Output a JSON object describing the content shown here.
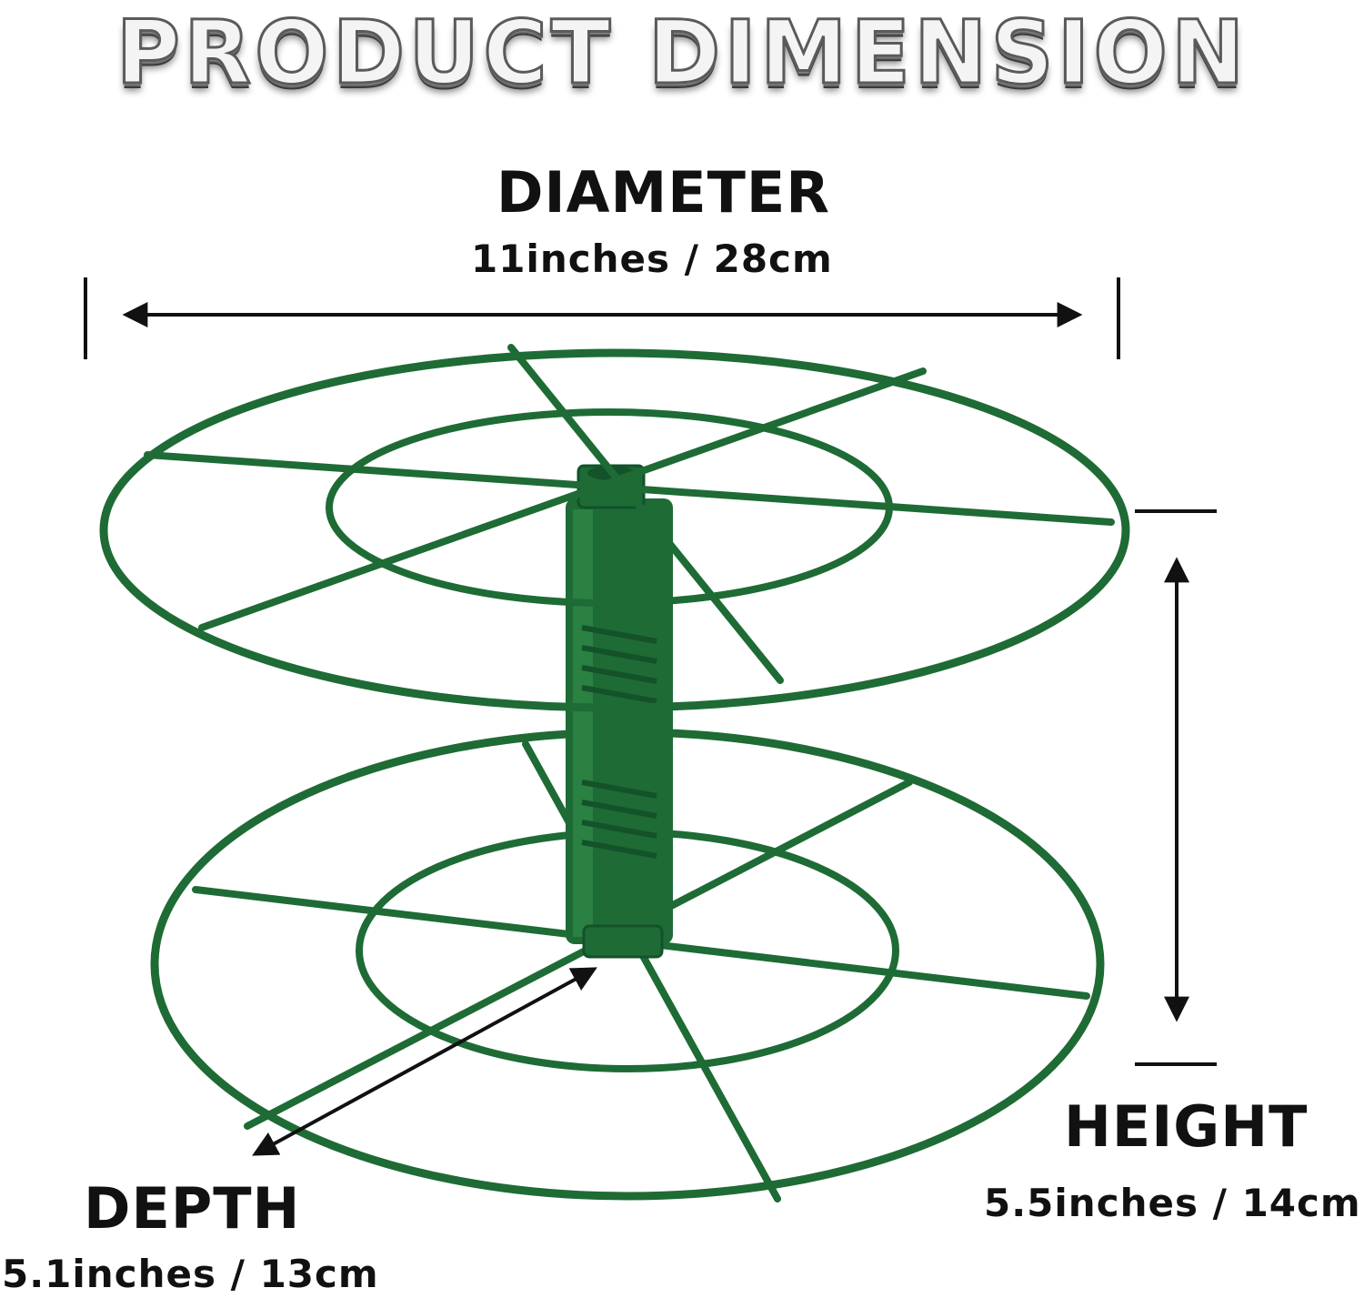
{
  "title": "PRODUCT DIMENSION",
  "dimensions": {
    "diameter": {
      "label": "DIAMETER",
      "value": "11inches / 28cm"
    },
    "height": {
      "label": "HEIGHT",
      "value": "5.5inches / 14cm"
    },
    "depth": {
      "label": "DEPTH",
      "value": "5.1inches / 13cm"
    }
  },
  "colors": {
    "rack_green": "#1e6b35",
    "rack_green_dark": "#14522a",
    "arrow": "#111111",
    "background": "#ffffff"
  },
  "product": "hose-reel-rack"
}
